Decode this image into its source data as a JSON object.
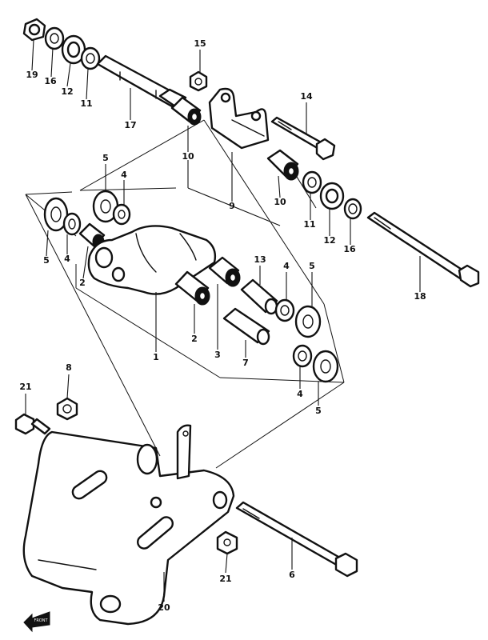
{
  "diagram": {
    "callouts": [
      {
        "id": "19",
        "label": "19"
      },
      {
        "id": "16a",
        "label": "16"
      },
      {
        "id": "12a",
        "label": "12"
      },
      {
        "id": "11a",
        "label": "11"
      },
      {
        "id": "17",
        "label": "17"
      },
      {
        "id": "15",
        "label": "15"
      },
      {
        "id": "14",
        "label": "14"
      },
      {
        "id": "10a",
        "label": "10"
      },
      {
        "id": "10b",
        "label": "10"
      },
      {
        "id": "9",
        "label": "9"
      },
      {
        "id": "11b",
        "label": "11"
      },
      {
        "id": "12b",
        "label": "12"
      },
      {
        "id": "16b",
        "label": "16"
      },
      {
        "id": "18",
        "label": "18"
      },
      {
        "id": "5a",
        "label": "5"
      },
      {
        "id": "4a",
        "label": "4"
      },
      {
        "id": "5b",
        "label": "5"
      },
      {
        "id": "4b",
        "label": "4"
      },
      {
        "id": "2a",
        "label": "2"
      },
      {
        "id": "13",
        "label": "13"
      },
      {
        "id": "4c",
        "label": "4"
      },
      {
        "id": "5c",
        "label": "5"
      },
      {
        "id": "1",
        "label": "1"
      },
      {
        "id": "2b",
        "label": "2"
      },
      {
        "id": "3",
        "label": "3"
      },
      {
        "id": "7",
        "label": "7"
      },
      {
        "id": "4d",
        "label": "4"
      },
      {
        "id": "5d",
        "label": "5"
      },
      {
        "id": "8",
        "label": "8"
      },
      {
        "id": "21a",
        "label": "21"
      },
      {
        "id": "21b",
        "label": "21"
      },
      {
        "id": "6",
        "label": "6"
      },
      {
        "id": "20",
        "label": "20"
      }
    ]
  },
  "orientation_badge": "FRONT",
  "colors": {
    "ink": "#111111",
    "paper": "#ffffff"
  }
}
